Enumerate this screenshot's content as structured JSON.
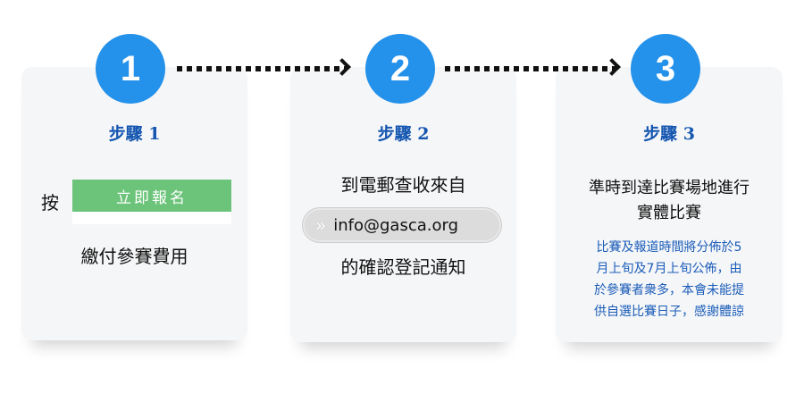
{
  "steps": [
    {
      "number": "1",
      "title": "步驟 1",
      "press": "按",
      "button": "立即報名",
      "text": "繳付參賽費用"
    },
    {
      "number": "2",
      "title": "步驟 2",
      "line1": "到電郵查收來自",
      "email": "info@gasca.org",
      "line2": "的確認登記通知"
    },
    {
      "number": "3",
      "title": "步驟 3",
      "line1": "準時到達比賽場地進行",
      "line2": "實體比賽",
      "note": [
        "比賽及報道時間將分佈於5",
        "月上旬及7月上旬公佈，由",
        "於參賽者衆多，本會未能提",
        "供自選比賽日子，感謝體諒"
      ]
    }
  ],
  "colors": {
    "accent": "#2491ea",
    "title": "#1456b0",
    "button": "#6cc47a"
  }
}
